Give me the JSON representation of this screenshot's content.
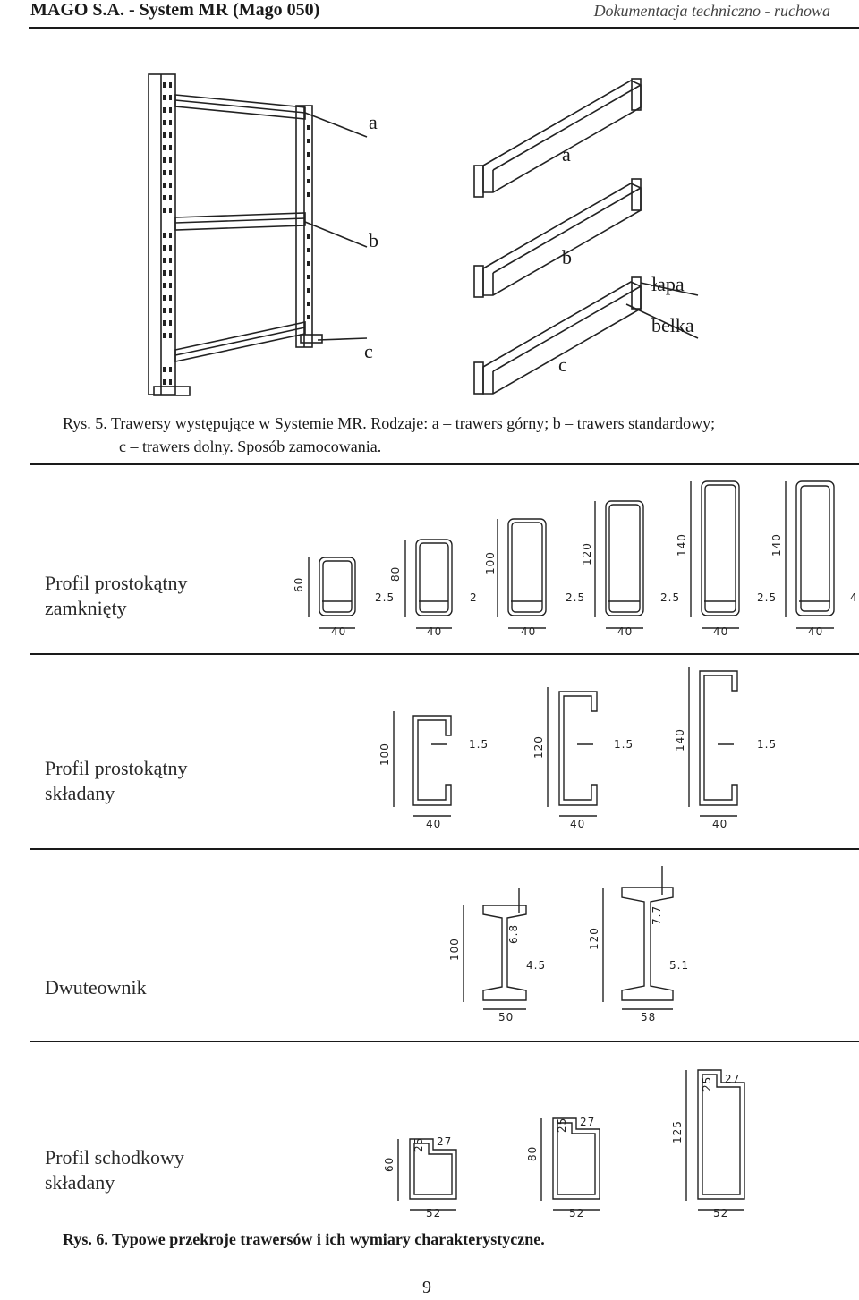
{
  "header": {
    "left": "MAGO S.A. - System MR (Mago 050)",
    "right": "Dokumentacja techniczno - ruchowa"
  },
  "figure5": {
    "labels_left": {
      "a": "a",
      "b": "b",
      "c": "c"
    },
    "labels_right": {
      "a": "a",
      "b": "b",
      "c": "c",
      "lapa": "łapa",
      "belka": "belka"
    },
    "caption_line1": "Rys. 5. Trawersy występujące w Systemie MR. Rodzaje: a – trawers górny; b – trawers standardowy;",
    "caption_line2": "c – trawers dolny. Sposób zamocowania."
  },
  "sections": [
    {
      "label_line1": "Profil prostokątny",
      "label_line2": "zamknięty",
      "profiles": [
        {
          "height": "60",
          "thickness": "2.5",
          "width": "40"
        },
        {
          "height": "80",
          "thickness": "2",
          "width": "40"
        },
        {
          "height": "100",
          "thickness": "2.5",
          "width": "40"
        },
        {
          "height": "120",
          "thickness": "2.5",
          "width": "40"
        },
        {
          "height": "140",
          "thickness": "2.5",
          "width": "40"
        },
        {
          "height": "140",
          "thickness": "4",
          "width": "40"
        }
      ]
    },
    {
      "label_line1": "Profil prostokątny",
      "label_line2": "składany",
      "profiles": [
        {
          "height": "100",
          "thickness": "1.5",
          "width": "40"
        },
        {
          "height": "120",
          "thickness": "1.5",
          "width": "40"
        },
        {
          "height": "140",
          "thickness": "1.5",
          "width": "40"
        }
      ]
    },
    {
      "label_line1": "Dwuteownik",
      "profiles": [
        {
          "height": "100",
          "flange": "6.8",
          "web": "4.5",
          "width": "50"
        },
        {
          "height": "120",
          "flange": "7.7",
          "web": "5.1",
          "width": "58"
        }
      ]
    },
    {
      "label_line1": "Profil schodkowy",
      "label_line2": "składany",
      "profiles": [
        {
          "height": "60",
          "step_h": "25",
          "step_w": "27",
          "width": "52"
        },
        {
          "height": "80",
          "step_h": "25",
          "step_w": "27",
          "width": "52"
        },
        {
          "height": "125",
          "step_h": "25",
          "step_w": "27",
          "width": "52"
        }
      ]
    }
  ],
  "figure6": {
    "caption": "Rys. 6. Typowe przekroje trawersów i ich wymiary charakterystyczne."
  },
  "page_number": "9"
}
